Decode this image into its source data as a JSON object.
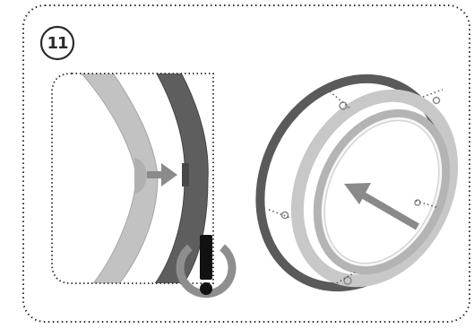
{
  "step": {
    "number": "11"
  },
  "illustration": {
    "detail_view": "detail-zoom-inset",
    "main_view": "ring-assembly",
    "warning": "warning-exclamation-icon"
  },
  "colors": {
    "outline": "#2b2b2b",
    "dark_ring": "#5a5a5a",
    "light_ring": "#b4b4b4",
    "arrow": "#8a8a8a"
  }
}
